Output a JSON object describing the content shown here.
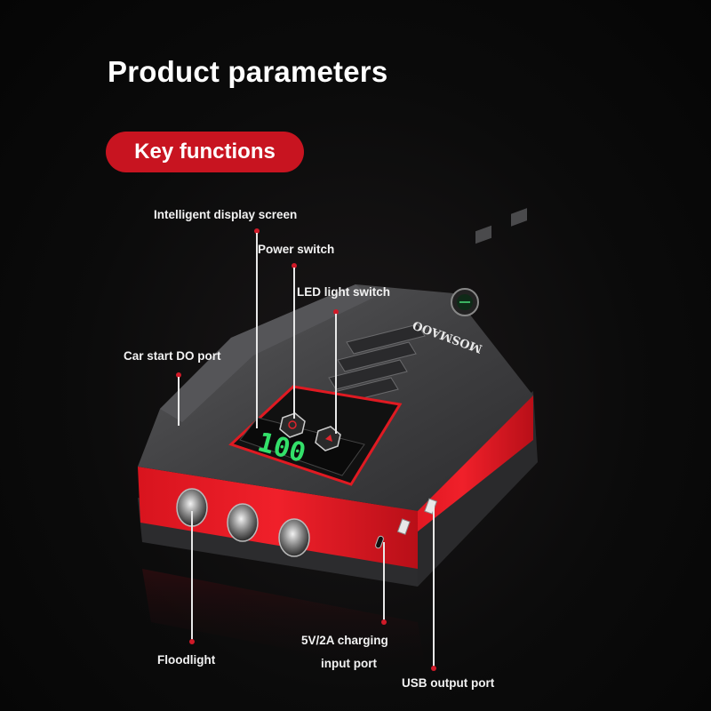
{
  "page": {
    "title": "Product parameters",
    "section_badge": "Key functions",
    "accent_color": "#c81420",
    "background_color": "#0b0b0b"
  },
  "product": {
    "brand_text": "MOSMAOO",
    "display_reading": "100",
    "display_color": "#33e06a",
    "body_color": "#3a3a3c",
    "trim_color": "#e0141e"
  },
  "callouts": [
    {
      "id": "display",
      "label": "Intelligent display screen"
    },
    {
      "id": "power",
      "label": "Power switch"
    },
    {
      "id": "led",
      "label": "LED light switch"
    },
    {
      "id": "car-start",
      "label": "Car start DO port"
    },
    {
      "id": "floodlight",
      "label": "Floodlight"
    },
    {
      "id": "charging-input",
      "label_line1": "5V/2A charging",
      "label_line2": "input port"
    },
    {
      "id": "usb-output",
      "label": "USB output port"
    }
  ]
}
